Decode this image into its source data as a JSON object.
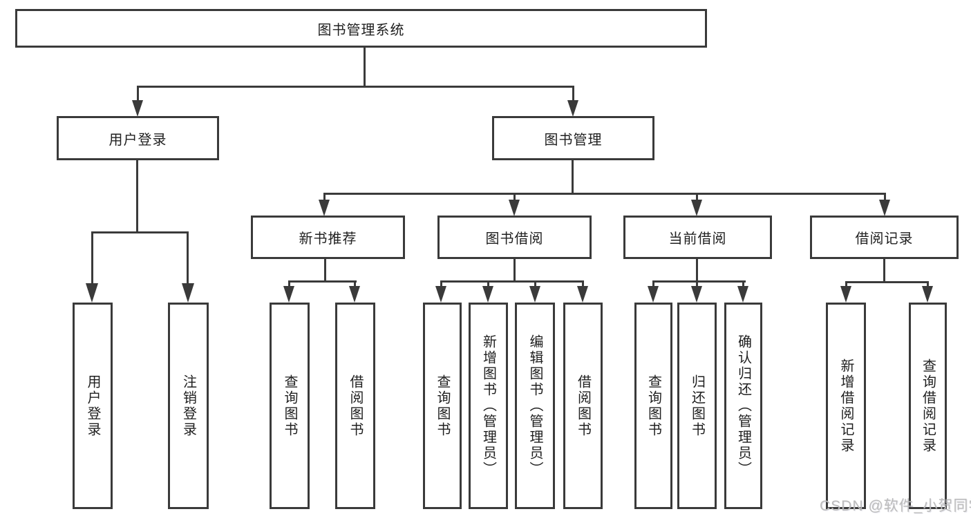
{
  "tree": {
    "root": "图书管理系统",
    "branches": [
      {
        "label": "用户登录",
        "children": [
          "用户登录",
          "注销登录"
        ]
      },
      {
        "label": "图书管理",
        "groups": [
          {
            "label": "新书推荐",
            "children": [
              "查询图书",
              "借阅图书"
            ]
          },
          {
            "label": "图书借阅",
            "children": [
              "查询图书",
              "新增图书（管理员）",
              "编辑图书（管理员）",
              "借阅图书"
            ]
          },
          {
            "label": "当前借阅",
            "children": [
              "查询图书",
              "归还图书",
              "确认归还（管理员）"
            ]
          },
          {
            "label": "借阅记录",
            "children": [
              "新增借阅记录",
              "查询借阅记录"
            ]
          }
        ]
      }
    ]
  },
  "watermark": "CSDN @软件_小贺同学",
  "colors": {
    "line": "#3a3a3a",
    "text": "#1f1f1f",
    "watermark": "#bcbcbc",
    "background": "#ffffff"
  }
}
